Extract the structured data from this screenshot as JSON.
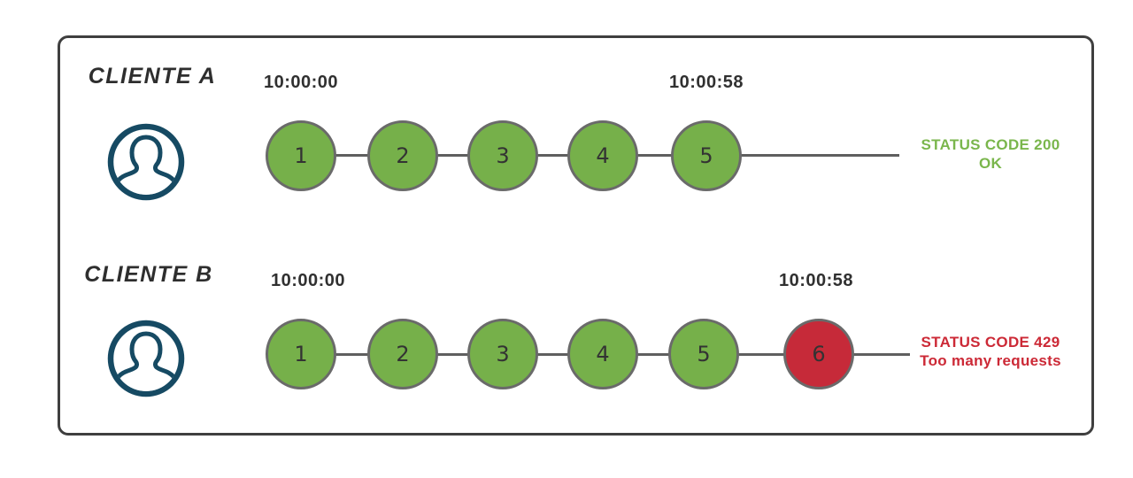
{
  "colors": {
    "background": "#ffffff",
    "frame_border": "#3f3f3f",
    "request_ok_fill": "#76b04a",
    "request_blocked_fill": "#c62a39",
    "circle_border": "#6a6a6a",
    "connector": "#5f5f5f",
    "status_ok_text": "#7ab64c",
    "status_error_text": "#cc2936",
    "label_text": "#2e2e2e",
    "timestamp_text": "#303030",
    "number_text": "#333333",
    "user_icon": "#164a63"
  },
  "rows": [
    {
      "client": "CLIENTE A",
      "start_time": "10:00:00",
      "end_time": "10:00:58",
      "requests": [
        {
          "n": "1",
          "state": "ok"
        },
        {
          "n": "2",
          "state": "ok"
        },
        {
          "n": "3",
          "state": "ok"
        },
        {
          "n": "4",
          "state": "ok"
        },
        {
          "n": "5",
          "state": "ok"
        }
      ],
      "status": {
        "code": "STATUS CODE 200",
        "message": "OK"
      }
    },
    {
      "client": "CLIENTE B",
      "start_time": "10:00:00",
      "end_time": "10:00:58",
      "requests": [
        {
          "n": "1",
          "state": "ok"
        },
        {
          "n": "2",
          "state": "ok"
        },
        {
          "n": "3",
          "state": "ok"
        },
        {
          "n": "4",
          "state": "ok"
        },
        {
          "n": "5",
          "state": "ok"
        },
        {
          "n": "6",
          "state": "blocked"
        }
      ],
      "status": {
        "code": "STATUS CODE 429",
        "message": "Too many requests"
      }
    }
  ]
}
